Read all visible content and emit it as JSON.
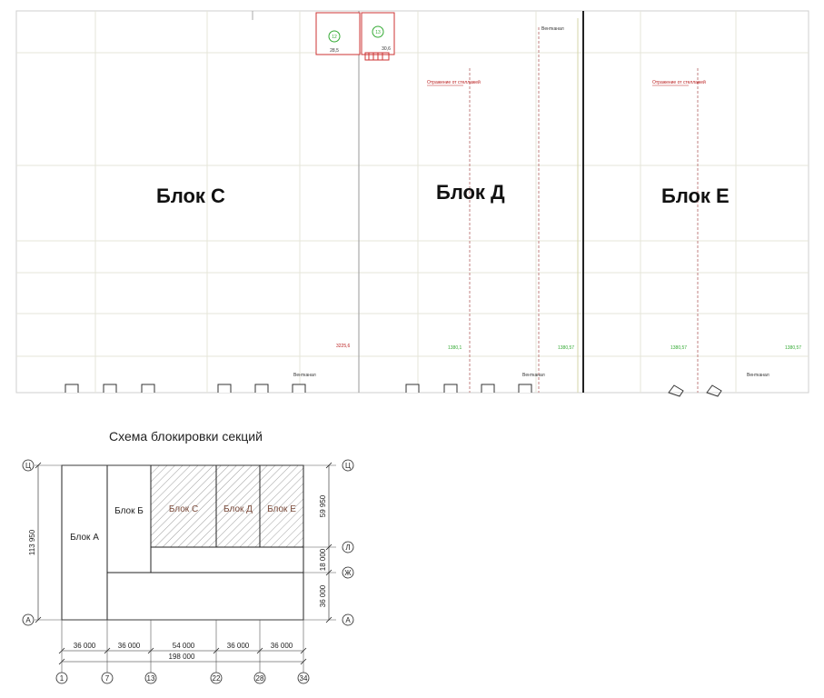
{
  "floor_plan": {
    "blocks": [
      {
        "id": "c",
        "label": "Блок С"
      },
      {
        "id": "d",
        "label": "Блок Д"
      },
      {
        "id": "e",
        "label": "Блок Е"
      }
    ],
    "room_numbers": [
      "12",
      "13"
    ],
    "room_values": [
      "28,5",
      "30,6"
    ],
    "wall_notes": [
      "Отражение от стеллажей",
      "Отражение от стеллажей"
    ],
    "corner_note": "Вентканал",
    "area_labels": [
      "3225,6",
      "1380,1",
      "1380,57",
      "1380,57",
      "1380,57"
    ],
    "bottom_notes": [
      "Вентканал",
      "Вентканал",
      "Вентканал"
    ]
  },
  "scheme": {
    "title": "Схема блокировки секций",
    "blocks": {
      "a": "Блок А",
      "b": "Блок Б",
      "c": "Блок С",
      "d": "Блок Д",
      "e": "Блок Е"
    },
    "axes_row": {
      "ts": "Ц",
      "l": "Л",
      "zh": "Ж",
      "a": "А"
    },
    "axes_col": [
      "1",
      "7",
      "13",
      "22",
      "28",
      "34"
    ],
    "dims_bottom": [
      "36 000",
      "36 000",
      "54 000",
      "36 000",
      "36 000"
    ],
    "dim_total": "198 000",
    "dim_left": "113 950",
    "dims_right": [
      "59 950",
      "18 000",
      "36 000"
    ]
  }
}
